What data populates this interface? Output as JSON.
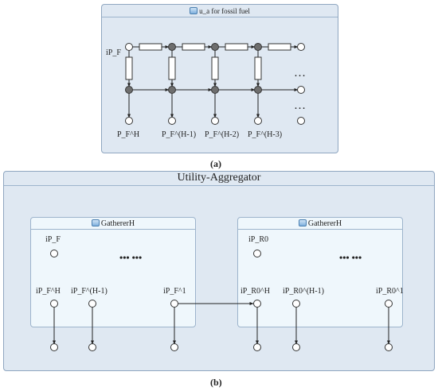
{
  "panel_a": {
    "title": "u_a for fossil fuel",
    "input_label": "iP_F",
    "output_labels": [
      "P_F^H",
      "P_F^(H-1)",
      "P_F^(H-2)",
      "P_F^(H-3)"
    ],
    "ellipsis": "…",
    "caption": "(a)"
  },
  "panel_b": {
    "title": "Utility-Aggregator",
    "caption": "(b)",
    "left_gatherer": {
      "title": "GathererH",
      "input_label": "iP_F",
      "ellipsis": "••• •••",
      "port_labels": [
        "iP_F^H",
        "iP_F^(H-1)",
        "iP_F^1"
      ]
    },
    "right_gatherer": {
      "title": "GathererH",
      "input_label": "iP_R0",
      "ellipsis": "••• •••",
      "port_labels": [
        "iP_R0^H",
        "iP_R0^(H-1)",
        "iP_R0^1"
      ]
    }
  },
  "colors": {
    "outer_fill": "#dfe8f2",
    "inner_fill": "#eff7fc",
    "node_fill": "#6e6e6e",
    "edge": "#222222"
  }
}
